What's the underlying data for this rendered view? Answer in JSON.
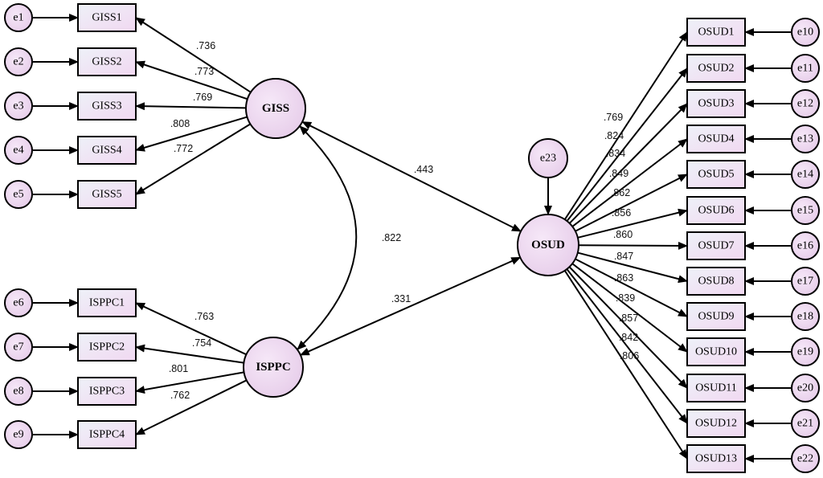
{
  "latents": {
    "giss": "GISS",
    "isppc": "ISPPC",
    "osud": "OSUD"
  },
  "giss_indicators": [
    {
      "error": "e1",
      "label": "GISS1",
      "loading": ".736"
    },
    {
      "error": "e2",
      "label": "GISS2",
      "loading": ".773"
    },
    {
      "error": "e3",
      "label": "GISS3",
      "loading": ".769"
    },
    {
      "error": "e4",
      "label": "GISS4",
      "loading": ".808"
    },
    {
      "error": "e5",
      "label": "GISS5",
      "loading": ".772"
    }
  ],
  "isppc_indicators": [
    {
      "error": "e6",
      "label": "ISPPC1",
      "loading": ".763"
    },
    {
      "error": "e7",
      "label": "ISPPC2",
      "loading": ".754"
    },
    {
      "error": "e8",
      "label": "ISPPC3",
      "loading": ".801"
    },
    {
      "error": "e9",
      "label": "ISPPC4",
      "loading": ".762"
    }
  ],
  "osud_indicators": [
    {
      "error": "e10",
      "label": "OSUD1",
      "loading": ".769"
    },
    {
      "error": "e11",
      "label": "OSUD2",
      "loading": ".824"
    },
    {
      "error": "e12",
      "label": "OSUD3",
      "loading": ".834"
    },
    {
      "error": "e13",
      "label": "OSUD4",
      "loading": ".849"
    },
    {
      "error": "e14",
      "label": "OSUD5",
      "loading": ".862"
    },
    {
      "error": "e15",
      "label": "OSUD6",
      "loading": ".856"
    },
    {
      "error": "e16",
      "label": "OSUD7",
      "loading": ".860"
    },
    {
      "error": "e17",
      "label": "OSUD8",
      "loading": ".847"
    },
    {
      "error": "e18",
      "label": "OSUD9",
      "loading": ".863"
    },
    {
      "error": "e19",
      "label": "OSUD10",
      "loading": ".839"
    },
    {
      "error": "e20",
      "label": "OSUD11",
      "loading": ".857"
    },
    {
      "error": "e21",
      "label": "OSUD12",
      "loading": ".842"
    },
    {
      "error": "e22",
      "label": "OSUD13",
      "loading": ".806"
    }
  ],
  "osud_disturbance": "e23",
  "paths": {
    "giss_osud": ".443",
    "giss_isppc": ".822",
    "isppc_osud": ".331"
  }
}
